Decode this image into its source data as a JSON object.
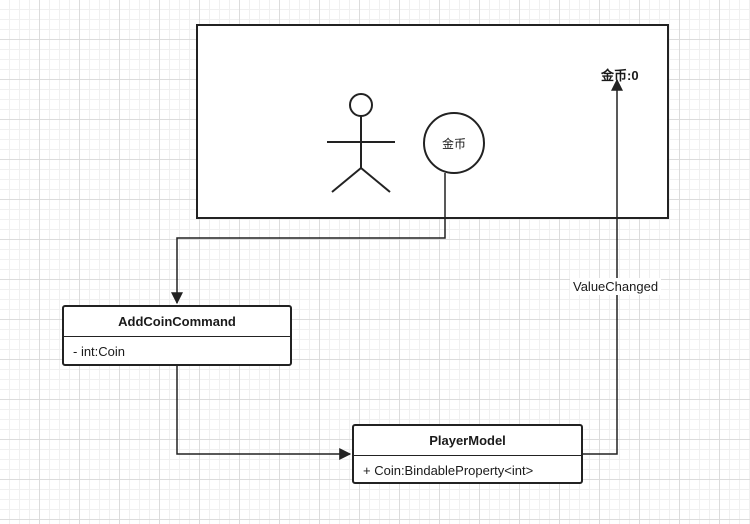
{
  "scene": {
    "coin_display": "金币:0",
    "coin_button": "金币"
  },
  "edges": {
    "value_changed": "ValueChanged"
  },
  "classes": {
    "add_coin_command": {
      "name": "AddCoinCommand",
      "fields": [
        "- int:Coin"
      ]
    },
    "player_model": {
      "name": "PlayerModel",
      "fields": [
        "+ Coin:BindableProperty<int>"
      ]
    }
  },
  "colors": {
    "stroke": "#222222",
    "grid": "#dcdcdc",
    "background": "#ffffff"
  }
}
